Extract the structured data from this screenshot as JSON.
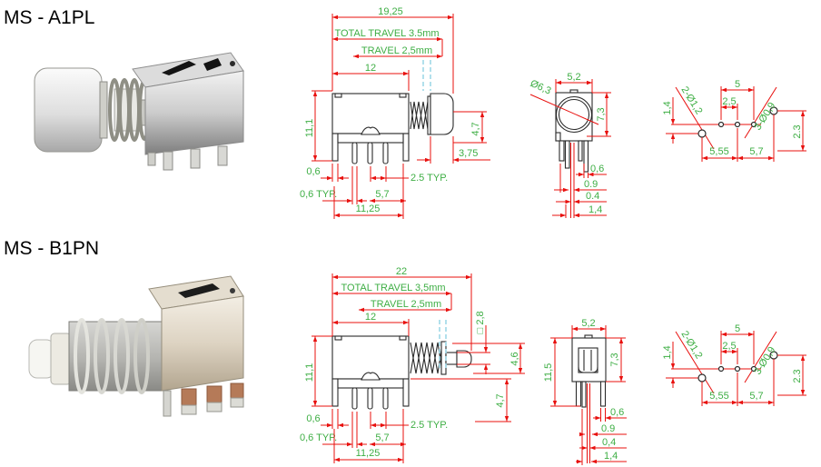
{
  "titles": {
    "a": "MS - A1PL",
    "b": "MS - B1PN"
  },
  "colors": {
    "dimension_red": "#e8100e",
    "label_green": "#3eae44",
    "travel_cyan": "#9fd8e8",
    "outline_black": "#2b2b2b",
    "background": "#ffffff"
  },
  "a": {
    "side": {
      "overall": "19,25",
      "total_travel": "TOTAL TRAVEL 3.5mm",
      "travel": "TRAVEL 2,5mm",
      "body_width": "12",
      "body_height": "11,1",
      "button_height": "4,7",
      "button_width": "3,75",
      "pin_width": "0,6",
      "pin_pitch": "2.5 TYP.",
      "pin_width_typ": "0,6 TYP.",
      "pin_span": "5,7",
      "base_width": "11,25"
    },
    "front": {
      "diameter": "Ø6,3",
      "width": "5,2",
      "height": "7,3",
      "dim1": "0,6",
      "dim2": "0.9",
      "dim3": "0.4",
      "dim4": "1,4"
    },
    "pcb": {
      "offset_v": "1,4",
      "span": "5",
      "pitch": "2,5",
      "holes_large": "2-Ø1,2",
      "holes_small": "3-Ø0,9",
      "offset_r": "2.3",
      "span_left": "5,55",
      "span_right": "5,7"
    }
  },
  "b": {
    "side": {
      "overall": "22",
      "total_travel": "TOTAL TRAVEL 3,5mm",
      "travel": "TRAVEL 2,5mm",
      "body_width": "12",
      "body_height": "11,1",
      "shaft_square": "2,8",
      "shaft_square_symbol": "□",
      "tip_height": "4,6",
      "button_height": "4,7",
      "pin_width": "0,6",
      "pin_pitch": "2.5 TYP.",
      "pin_width_typ": "0,6 TYP.",
      "pin_span": "5,7",
      "base_width": "11,25"
    },
    "front": {
      "width": "5,2",
      "frame_height": "11,5",
      "height": "7,3",
      "dim1": "0,6",
      "dim2": "0.9",
      "dim3": "0,4",
      "dim4": "1,4"
    },
    "pcb": {
      "offset_v": "1,4",
      "span": "5",
      "pitch": "2,5",
      "holes_large": "2-Ø1,2",
      "holes_small": "3-Ø0,9",
      "offset_r": "2.3",
      "span_left": "5,55",
      "span_right": "5,7"
    }
  }
}
